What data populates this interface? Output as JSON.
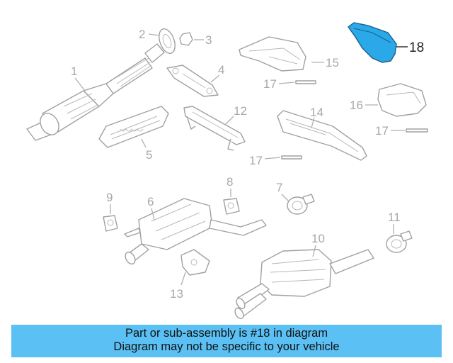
{
  "callouts": {
    "n1": "1",
    "n2": "2",
    "n3": "3",
    "n4": "4",
    "n5": "5",
    "n6": "6",
    "n7": "7",
    "n8": "8",
    "n9": "9",
    "n10": "10",
    "n11": "11",
    "n12": "12",
    "n13": "13",
    "n14": "14",
    "n15": "15",
    "n16": "16",
    "n17": "17",
    "n18": "18"
  },
  "highlight_color": "#2ba8e8",
  "banner": {
    "line1": "Part or sub-assembly is #18 in diagram",
    "line2": "Diagram may not be specific to your vehicle",
    "background": "#5bc0f3"
  }
}
